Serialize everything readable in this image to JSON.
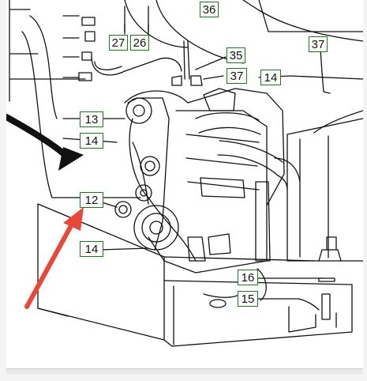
{
  "diagram": {
    "callouts": [
      {
        "id": "c36",
        "label": "36"
      },
      {
        "id": "c27",
        "label": "27"
      },
      {
        "id": "c26",
        "label": "26"
      },
      {
        "id": "c37a",
        "label": "37"
      },
      {
        "id": "c35",
        "label": "35"
      },
      {
        "id": "c37b",
        "label": "37"
      },
      {
        "id": "c14a",
        "label": "14"
      },
      {
        "id": "c13",
        "label": "13"
      },
      {
        "id": "c14b",
        "label": "14"
      },
      {
        "id": "c12",
        "label": "12"
      },
      {
        "id": "c14c",
        "label": "14"
      },
      {
        "id": "c16",
        "label": "16"
      },
      {
        "id": "c15",
        "label": "15"
      }
    ]
  },
  "colors": {
    "callout_border": "#1c7a1c",
    "arrow_red": "#e8483a",
    "arrow_black": "#111111",
    "line": "#111111"
  }
}
